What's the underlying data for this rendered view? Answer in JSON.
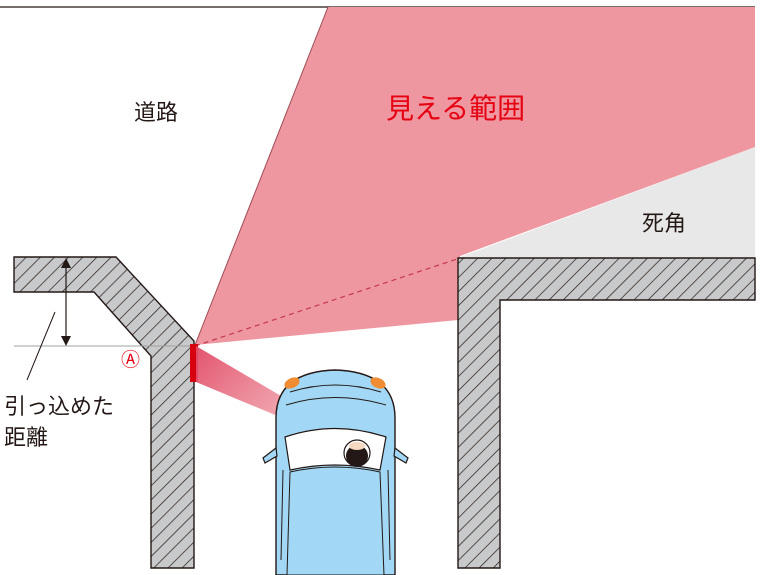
{
  "labels": {
    "road": "道路",
    "visible_range": "見える範囲",
    "blind_spot": "死角",
    "mark_a": "Ⓐ",
    "setback_line1": "引っ込めた",
    "setback_line2": "距離"
  },
  "colors": {
    "visible_range": "#ee97a0",
    "visible_range_text": "#e60012",
    "blind_spot": "#e8e8e9",
    "wall_fill": "#c8c9ca",
    "wall_hatch": "#231815",
    "car_body": "#a2d8f6",
    "car_outline": "#231815",
    "mirror_mark": "#d7000f",
    "sight_cone": "#e96a80",
    "turn_signal": "#f08c32"
  },
  "icons": {
    "driver": "driver-head-icon",
    "car": "car-topview-icon"
  }
}
